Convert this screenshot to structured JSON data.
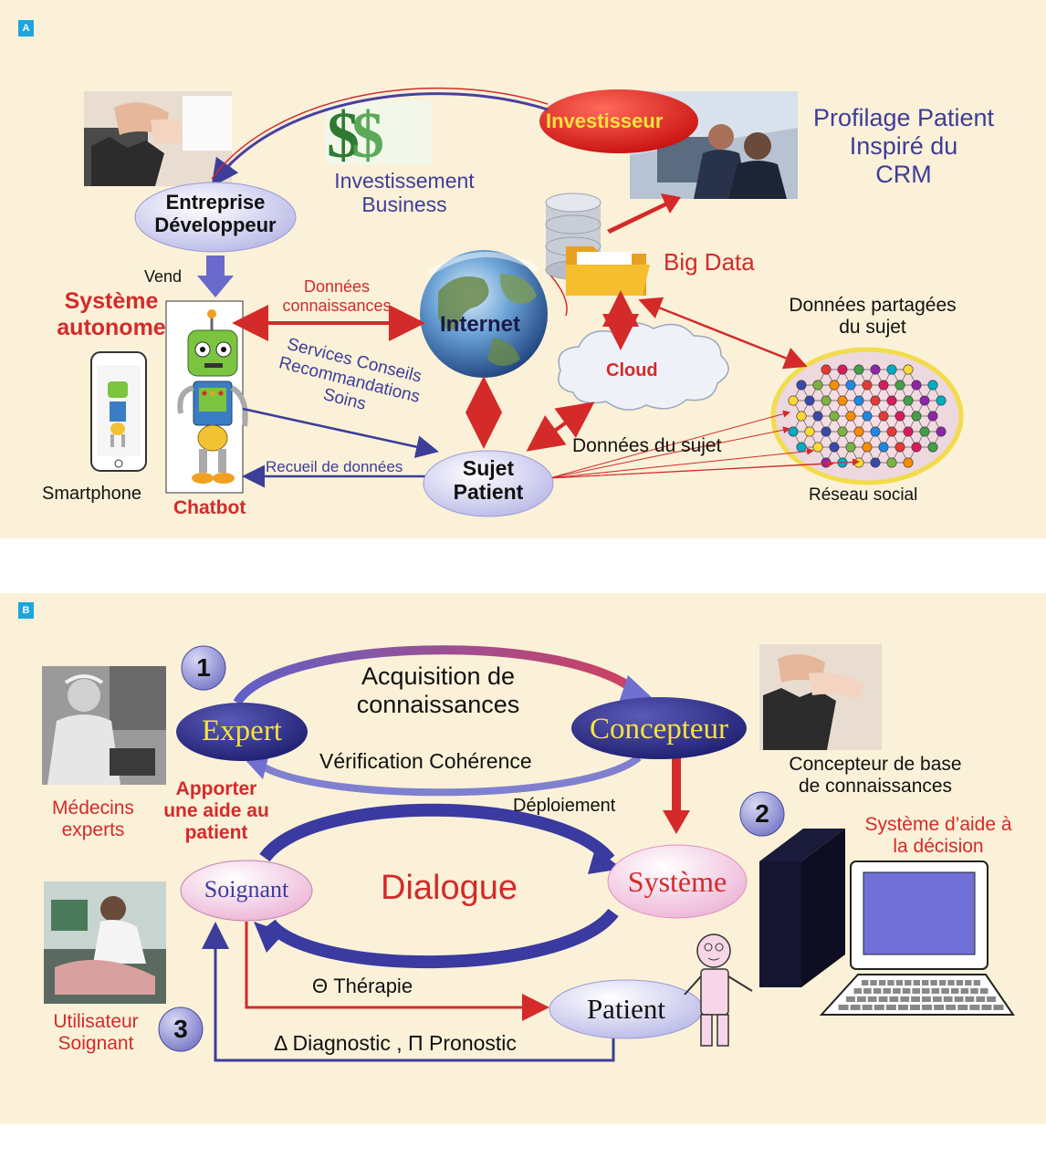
{
  "panel_a": {
    "tag": "A",
    "investisseur": "Investisseur",
    "profilage": [
      "Profilage Patient",
      "Inspiré du",
      "CRM"
    ],
    "investissement": [
      "Investissement",
      "Business"
    ],
    "entreprise": [
      "Entreprise",
      "Développeur"
    ],
    "vend": "Vend",
    "systeme_autonome": [
      "Système",
      "autonome"
    ],
    "donnees_connaissances": [
      "Données",
      "connaissances"
    ],
    "internet": "Internet",
    "big_data": "Big Data",
    "donnees_partagees": [
      "Données partagées",
      "du sujet"
    ],
    "cloud": "Cloud",
    "services": [
      "Services Conseils",
      "Recommandations",
      "Soins"
    ],
    "recueil": "Recueil de données",
    "sujet_patient": [
      "Sujet",
      "Patient"
    ],
    "donnees_sujet": "Données du sujet",
    "smartphone": "Smartphone",
    "chatbot": "Chatbot",
    "reseau_social": "Réseau social"
  },
  "panel_b": {
    "tag": "B",
    "num1": "1",
    "num2": "2",
    "num3": "3",
    "acquisition": [
      "Acquisition de",
      "connaissances"
    ],
    "expert": "Expert",
    "concepteur": "Concepteur",
    "verification": "Vérification Cohérence",
    "concepteur_base": [
      "Concepteur de base",
      "de connaissances"
    ],
    "medecins": [
      "Médecins",
      "experts"
    ],
    "apporter": [
      "Apporter",
      "une aide au",
      "patient"
    ],
    "deploiement": "Déploiement",
    "systeme_aide": [
      "Système d’aide à",
      "la décision"
    ],
    "soignant": "Soignant",
    "dialogue": "Dialogue",
    "systeme": "Système",
    "therapie": "Θ Thérapie",
    "patient": "Patient",
    "utilisateur": [
      "Utilisateur",
      "Soignant"
    ],
    "diagnostic": "Δ Diagnostic , Π Pronostic"
  },
  "colors": {
    "background": "#fbf1d8",
    "tag": "#1ca6de",
    "red": "#d42a2a",
    "blue": "#3d3d9a",
    "node_lavender": "#c9c9ee",
    "expert_navy": "#2d2d88",
    "yellow_text": "#f6e33c"
  }
}
